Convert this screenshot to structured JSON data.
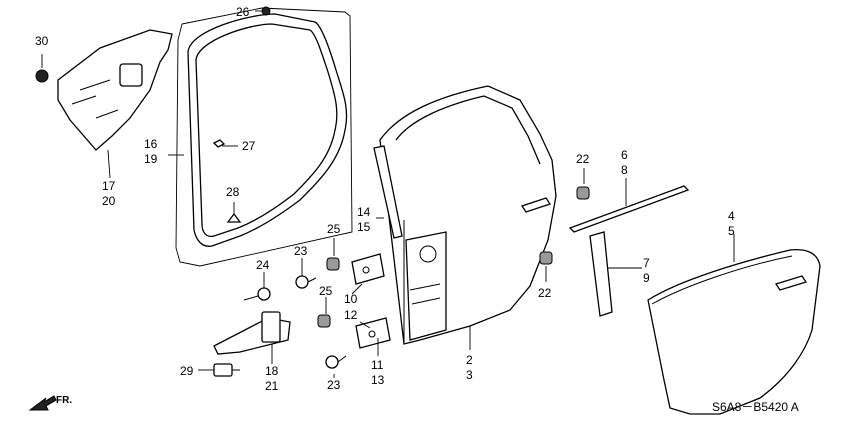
{
  "diagram": {
    "callouts": {
      "c30": "30",
      "c26": "26",
      "c16": "16",
      "c19": "19",
      "c17": "17",
      "c20": "20",
      "c27": "27",
      "c28": "28",
      "c14": "14",
      "c15": "15",
      "c22a": "22",
      "c22b": "22",
      "c6": "6",
      "c8": "8",
      "c4": "4",
      "c5": "5",
      "c7": "7",
      "c9": "9",
      "c25a": "25",
      "c25b": "25",
      "c23a": "23",
      "c23b": "23",
      "c24": "24",
      "c10": "10",
      "c12": "12",
      "c11": "11",
      "c13": "13",
      "c2": "2",
      "c3": "3",
      "c29": "29",
      "c18": "18",
      "c21": "21"
    },
    "direction_label": "FR.",
    "diagram_code": "S6A8－B5420 A"
  }
}
